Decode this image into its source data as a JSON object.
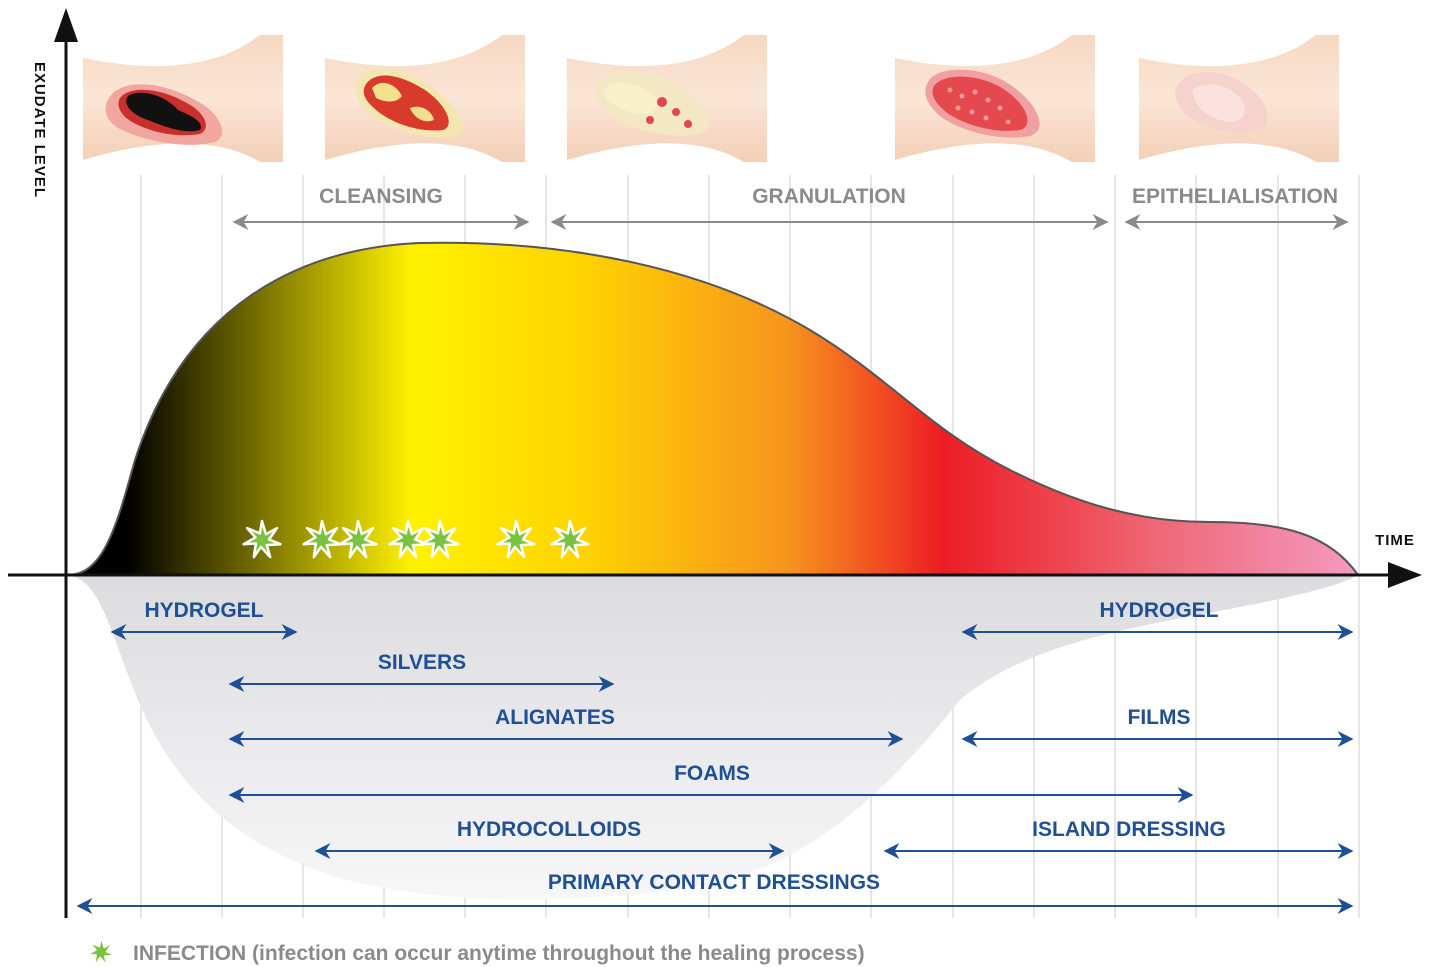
{
  "axes": {
    "y_label": "EXUDATE LEVEL",
    "x_label": "TIME"
  },
  "phases": [
    {
      "label": "CLEANSING"
    },
    {
      "label": "GRANULATION"
    },
    {
      "label": "EPITHELIALISATION"
    }
  ],
  "wound_stages": [
    {
      "name": "necrotic"
    },
    {
      "name": "sloughy"
    },
    {
      "name": "sloughy-granulating"
    },
    {
      "name": "granulating"
    },
    {
      "name": "epithelialising"
    }
  ],
  "dressings": [
    {
      "label": "HYDROGEL"
    },
    {
      "label": "HYDROGEL"
    },
    {
      "label": "SILVERS"
    },
    {
      "label": "ALIGNATES"
    },
    {
      "label": "FILMS"
    },
    {
      "label": "FOAMS"
    },
    {
      "label": "HYDROCOLLOIDS"
    },
    {
      "label": "ISLAND DRESSING"
    },
    {
      "label": "PRIMARY CONTACT DRESSINGS"
    }
  ],
  "legend": {
    "icon": "infection-star-icon",
    "label": "INFECTION (infection can occur anytime throughout the healing process)"
  },
  "colors": {
    "phase_arrow": "#8a8a8a",
    "dressing": "#1f4f95",
    "curve_outline": "#555555",
    "infection_fill": "#7cc242",
    "gradient_stops": [
      "#000000",
      "#fff200",
      "#f7941d",
      "#ed1c24",
      "#f49ac1"
    ]
  }
}
